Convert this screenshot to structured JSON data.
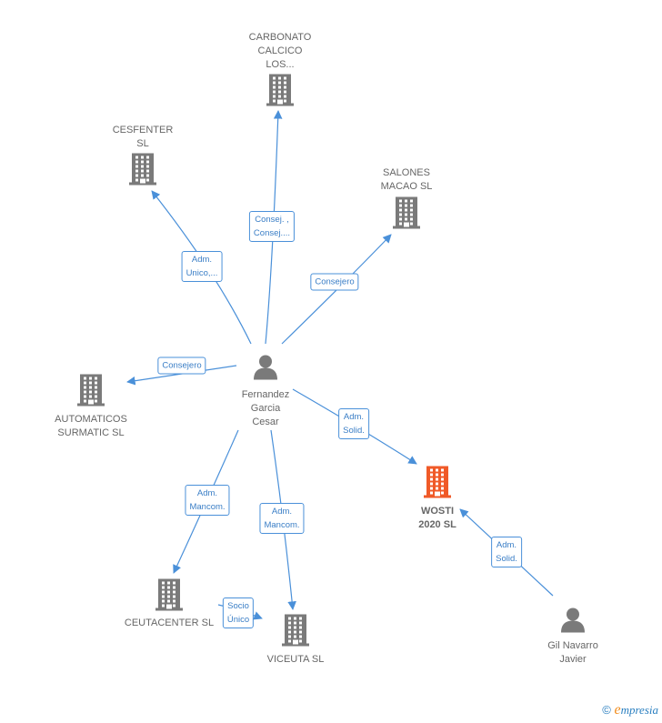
{
  "colors": {
    "edge": "#4a90d9",
    "building": "#7a7a7a",
    "focus_building": "#f05a28",
    "person": "#7a7a7a"
  },
  "nodes": [
    {
      "id": "carbonato",
      "type": "company",
      "label": "CARBONATO\nCALCICO\nLOS..."
    },
    {
      "id": "cesfenter",
      "type": "company",
      "label": "CESFENTER\nSL"
    },
    {
      "id": "salones",
      "type": "company",
      "label": "SALONES\nMACAO  SL"
    },
    {
      "id": "automaticos",
      "type": "company",
      "label": "AUTOMATICOS\nSURMATIC  SL"
    },
    {
      "id": "fernandez",
      "type": "person",
      "label": "Fernandez\nGarcia\nCesar"
    },
    {
      "id": "wosti",
      "type": "company-focus",
      "label": "WOSTI\n2020  SL"
    },
    {
      "id": "ceutacenter",
      "type": "company",
      "label": "CEUTACENTER SL"
    },
    {
      "id": "viceuta",
      "type": "company",
      "label": "VICEUTA  SL"
    },
    {
      "id": "gilnavarro",
      "type": "person",
      "label": "Gil Navarro\nJavier"
    }
  ],
  "edges": [
    {
      "from": "fernandez",
      "to": "carbonato",
      "label": "Consej. ,\nConsej...."
    },
    {
      "from": "fernandez",
      "to": "cesfenter",
      "label": "Adm.\nUnico,..."
    },
    {
      "from": "fernandez",
      "to": "salones",
      "label": "Consejero"
    },
    {
      "from": "fernandez",
      "to": "automaticos",
      "label": "Consejero"
    },
    {
      "from": "fernandez",
      "to": "wosti",
      "label": "Adm.\nSolid."
    },
    {
      "from": "fernandez",
      "to": "ceutacenter",
      "label": "Adm.\nMancom."
    },
    {
      "from": "fernandez",
      "to": "viceuta",
      "label": "Adm.\nMancom."
    },
    {
      "from": "gilnavarro",
      "to": "wosti",
      "label": "Adm.\nSolid."
    },
    {
      "from": "ceutacenter",
      "to": "viceuta",
      "label": "Socio\nÚnico"
    }
  ],
  "footer": {
    "symbol": "©",
    "brand_initial": "e",
    "brand_rest": "mpresia"
  }
}
